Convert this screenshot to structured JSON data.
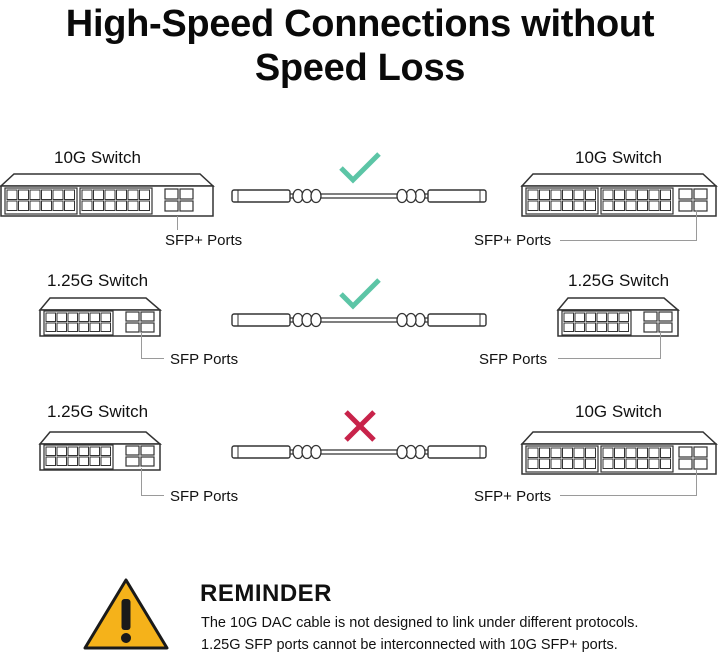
{
  "title": {
    "line1": "High-Speed Connections without",
    "line2": "Speed Loss"
  },
  "rows": [
    {
      "left_switch": "10G Switch",
      "left_ports": "SFP+ Ports",
      "right_switch": "10G Switch",
      "right_ports": "SFP+ Ports",
      "status": "check"
    },
    {
      "left_switch": "1.25G Switch",
      "left_ports": "SFP Ports",
      "right_switch": "1.25G Switch",
      "right_ports": "SFP Ports",
      "status": "check"
    },
    {
      "left_switch": "1.25G Switch",
      "left_ports": "SFP Ports",
      "right_switch": "10G Switch",
      "right_ports": "SFP+ Ports",
      "status": "cross"
    }
  ],
  "reminder": {
    "icon": "warning-icon",
    "title": "REMINDER",
    "line1": "The 10G DAC cable is not designed to link under different protocols.",
    "line2": "1.25G SFP ports cannot be interconnected with 10G SFP+ ports."
  },
  "colors": {
    "check": "#5cc5a6",
    "cross": "#c8234a",
    "warning_fill": "#f5b21a",
    "outline": "#3a3a3a"
  }
}
